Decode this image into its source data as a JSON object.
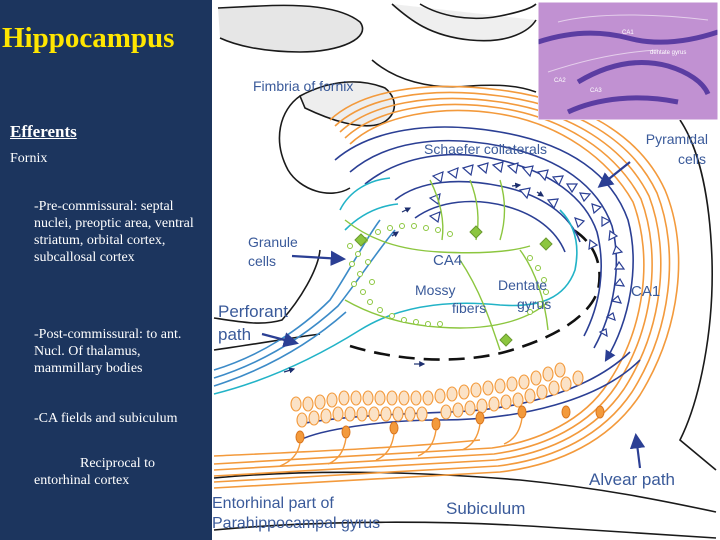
{
  "slide": {
    "title": "Hippocampus",
    "heading": "Efferents",
    "subheading": "Fornix",
    "paragraphs": [
      "-Pre-commissural: septal nuclei, preoptic area, ventral striatum, orbital cortex, subcallosal cortex",
      "-Post-commissural: to ant. Nucl. Of thalamus, mammillary bodies",
      "-CA fields and subiculum",
      "Reciprocal to entorhinal cortex"
    ]
  },
  "diagram": {
    "labels": {
      "fimbria": "Fimbria of fornix",
      "schaefer": "Schaefer collaterals",
      "pyramidal_1": "Pyramidal",
      "pyramidal_2": "cells",
      "granule_1": "Granule",
      "granule_2": "cells",
      "ca4": "CA4",
      "mossy_1": "Mossy",
      "mossy_2": "fibers",
      "dentate_1": "Dentate",
      "dentate_2": "gyrus",
      "ca1": "CA1",
      "perforant_1": "Perforant",
      "perforant_2": "path",
      "alvear": "Alvear path",
      "entorhinal_1": "Entorhinal part of",
      "entorhinal_2": "Parahippocampal gyrus",
      "subiculum": "Subiculum"
    },
    "micrograph_labels": {
      "ca1": "CA1",
      "dentate": "dentate gyrus",
      "ca2": "CA2",
      "ca3": "CA3"
    },
    "colors": {
      "panel": "#1c355e",
      "title": "#ffe600",
      "orange": "#f39a3c",
      "dark_blue": "#2b3f94",
      "light_blue": "#3c8bc8",
      "cyan": "#22b3c7",
      "green": "#8cc63f",
      "label_blue": "#3a5a9a"
    }
  }
}
